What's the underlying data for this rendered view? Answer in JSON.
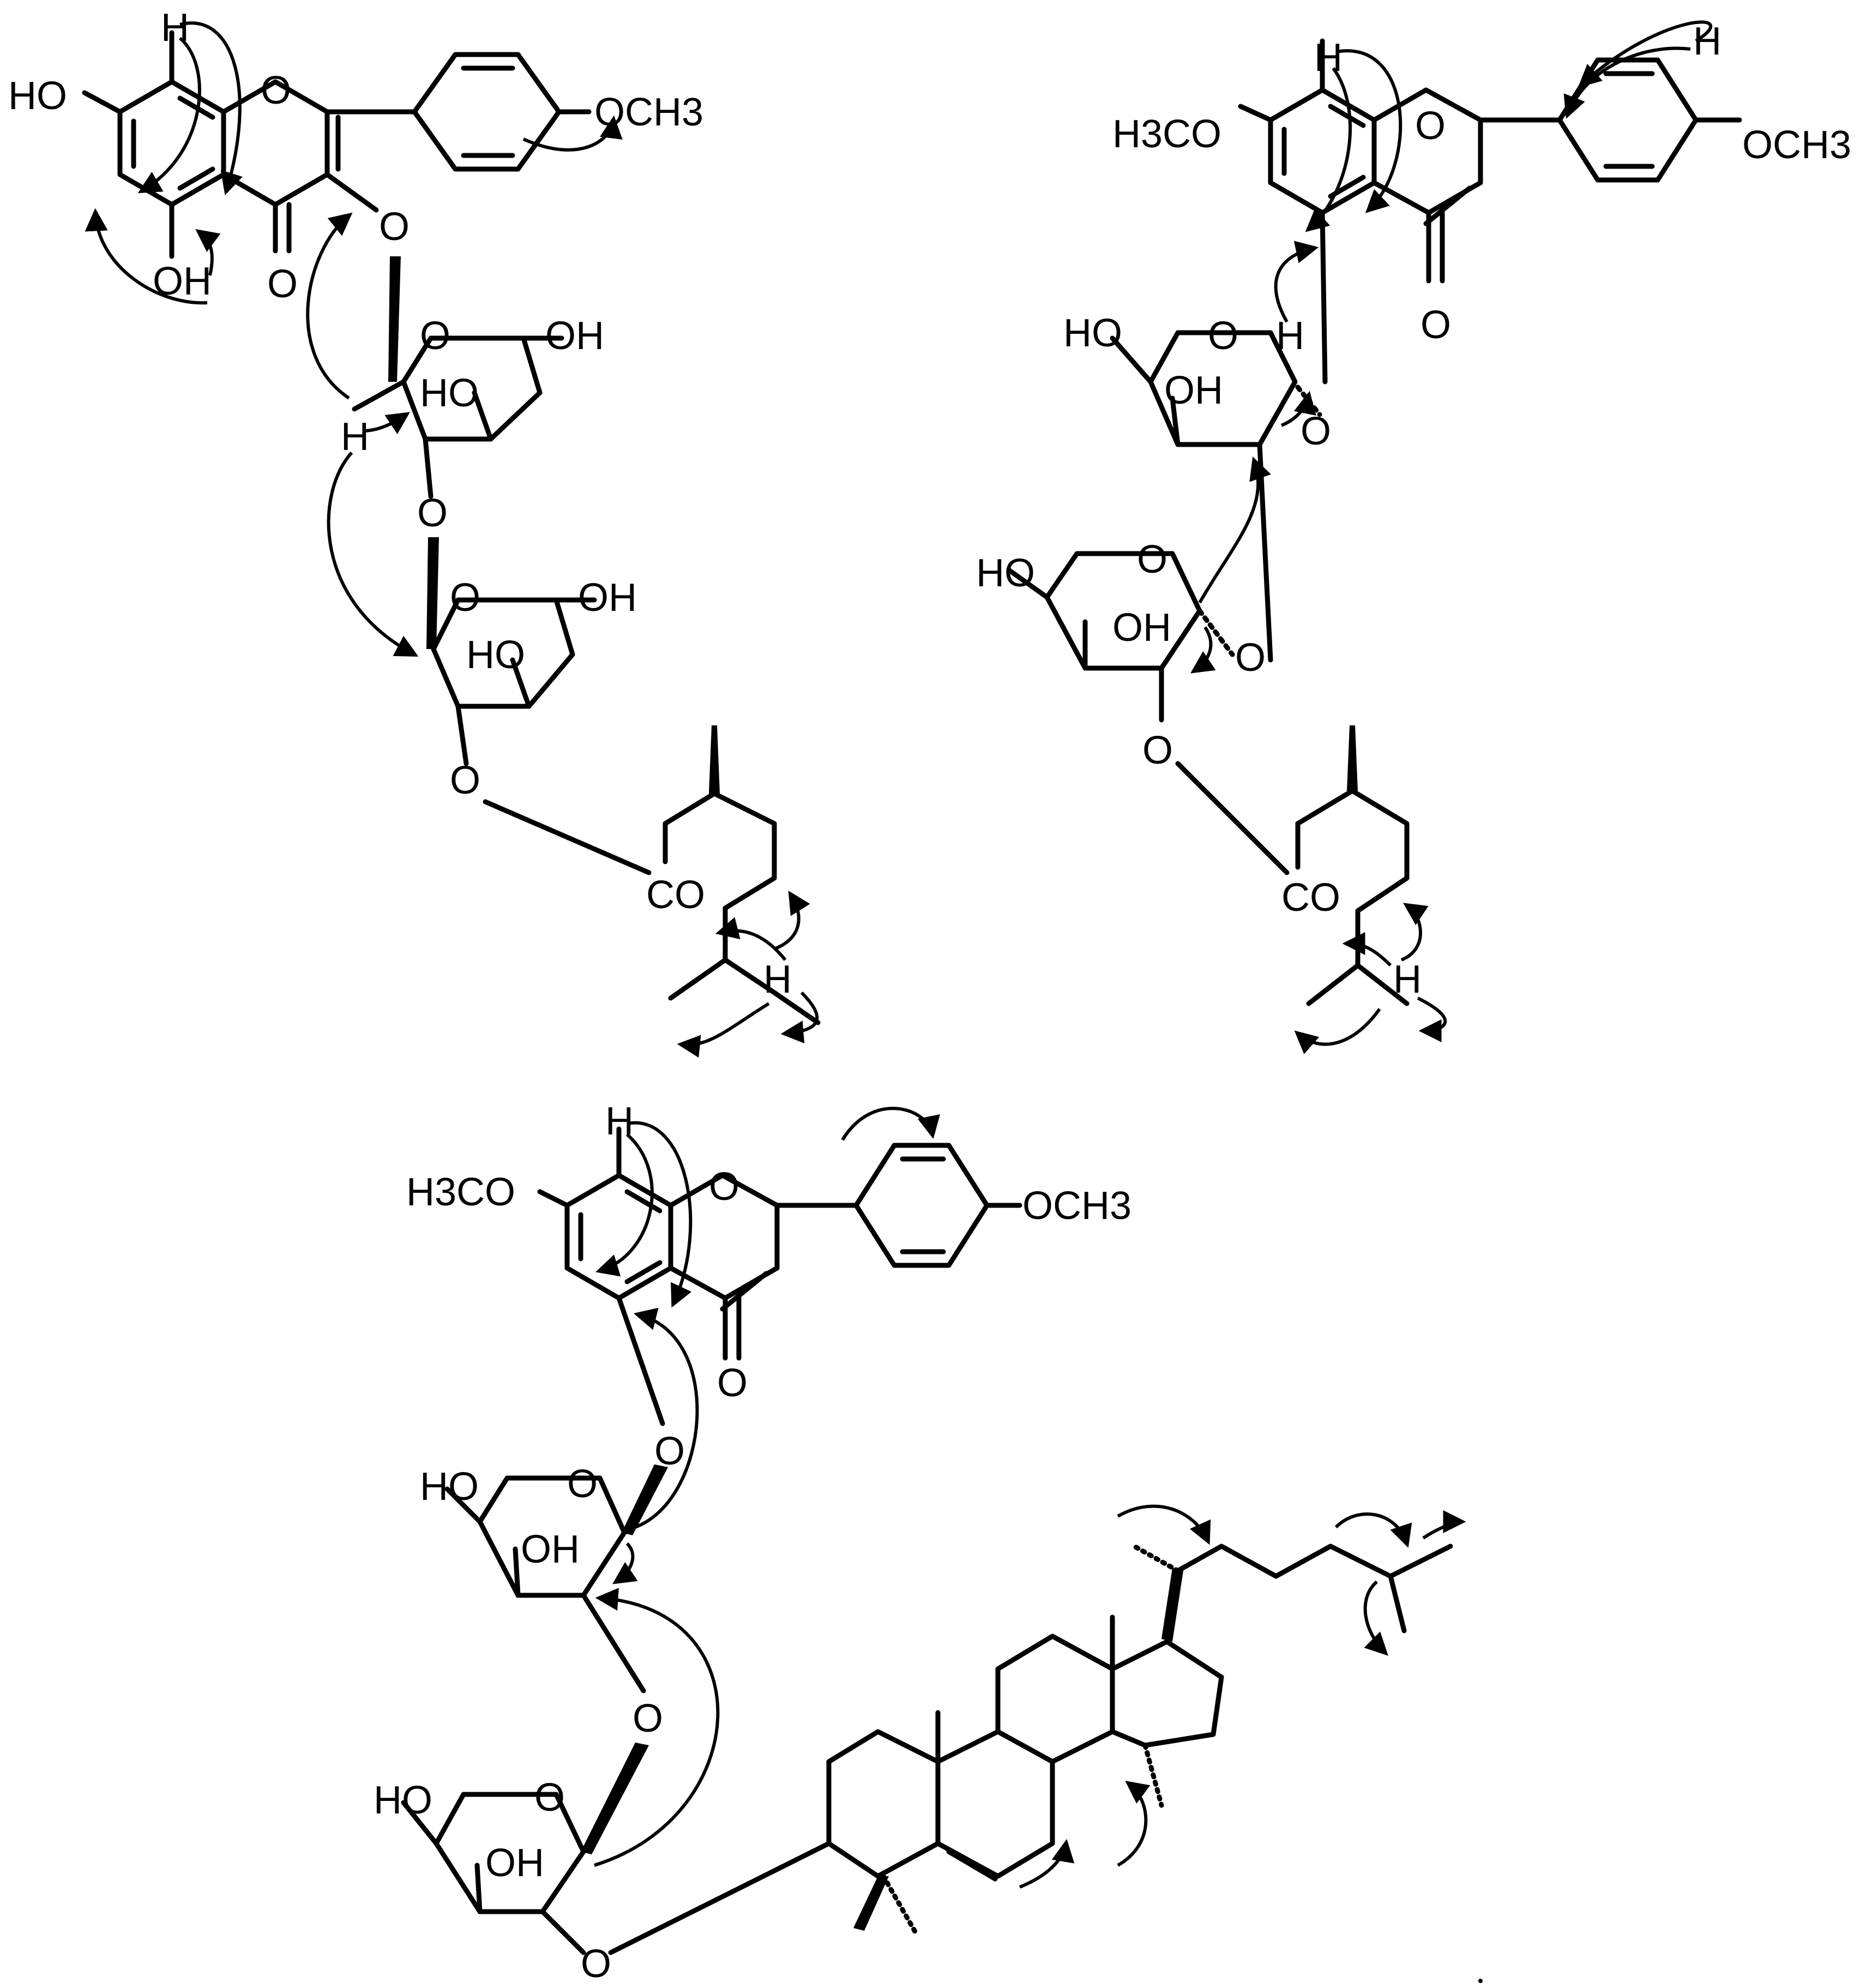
{
  "molecules": [
    {
      "labels": {
        "ho7": "HO",
        "h8": "H",
        "oring": "O",
        "och3": "OCH3",
        "o3": "O",
        "oh5": "OH",
        "co4": "O",
        "sug1_o": "O",
        "sug1_oh4": "OH",
        "sug1_oh3": "HO",
        "sug1_h1": "H",
        "link_o": "O",
        "sug2_o": "O",
        "sug2_oh4": "OH",
        "sug2_oh3": "HO",
        "ester_o": "O",
        "co": "CO",
        "chain_h": "H"
      }
    },
    {
      "labels": {
        "h3co": "H3CO",
        "h8": "H",
        "oring": "O",
        "h3p": "H",
        "och3": "OCH3",
        "co4": "O",
        "sug1_ho": "HO",
        "sug1_o": "O",
        "sug1_h": "H",
        "sug1_oh": "OH",
        "link_o5": "O",
        "sug2_ho": "HO",
        "sug2_o": "O",
        "sug2_oh": "OH",
        "link_o2": "O",
        "ester_o": "O",
        "co": "CO",
        "chain_h": "H"
      }
    },
    {
      "labels": {
        "h3co": "H3CO",
        "h8": "H",
        "oring": "O",
        "och3": "OCH3",
        "co4": "O",
        "link_o5": "O",
        "sug1_ho": "HO",
        "sug1_o": "O",
        "sug1_oh": "OH",
        "link_o2": "O",
        "sug2_ho": "HO",
        "sug2_o": "O",
        "sug2_oh": "OH",
        "ester_o": "O"
      }
    }
  ]
}
